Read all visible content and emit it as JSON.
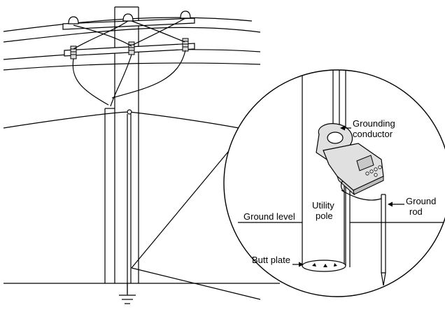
{
  "labels": {
    "grounding_conductor_line1": "Grounding",
    "grounding_conductor_line2": "conductor",
    "ground_rod_line1": "Ground",
    "ground_rod_line2": "rod",
    "ground_level": "Ground level",
    "utility_pole_line1": "Utility",
    "utility_pole_line2": "pole",
    "butt_plate": "Butt plate"
  },
  "colors": {
    "stroke": "#000000",
    "background": "#ffffff",
    "insulator_fill": "#dddddd",
    "meter_fill": "#e0e0e0",
    "meter_display": "#c8c8c8"
  },
  "icons": [
    "ground-symbol-icon",
    "clamp-meter-icon",
    "insulator-icon"
  ]
}
